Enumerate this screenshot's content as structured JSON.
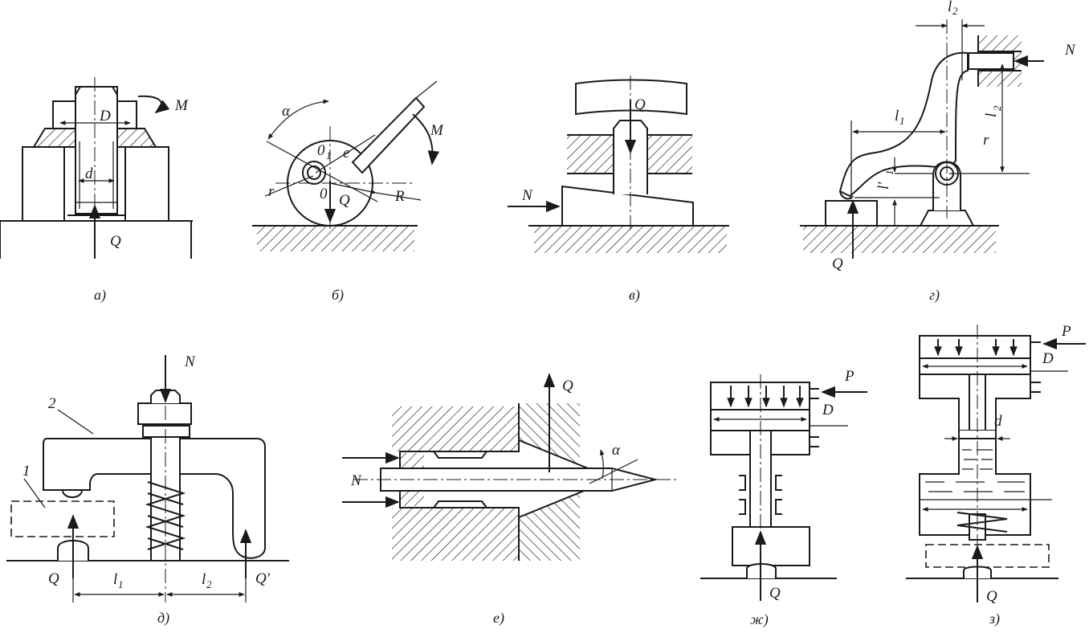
{
  "panels": [
    {
      "id": "a",
      "caption": "а)",
      "labels": {
        "moment": "M",
        "outer_diameter": "D",
        "inner_diameter": "d",
        "force": "Q"
      }
    },
    {
      "id": "b",
      "caption": "б)",
      "labels": {
        "angle": "α",
        "moment": "M",
        "center1": "0",
        "center1_sub": "1",
        "eccentricity": "e",
        "pin_radius": "r",
        "center": "0",
        "force": "Q",
        "radius": "R"
      }
    },
    {
      "id": "v",
      "caption": "в)",
      "labels": {
        "force": "Q",
        "wedge_force": "N"
      }
    },
    {
      "id": "g",
      "caption": "г)",
      "labels": {
        "arm_top": "l",
        "arm_top_sub": "2",
        "force_n": "N",
        "arm1": "l",
        "arm1_sub": "1",
        "arm_side": "l",
        "arm_side_sub": "2",
        "pin_radius": "r",
        "arm_small": "l′",
        "arm_small_sub": "1",
        "force": "Q"
      }
    },
    {
      "id": "d",
      "caption": "д)",
      "labels": {
        "force_n": "N",
        "part2": "2",
        "part1": "1",
        "force": "Q",
        "arm1": "l",
        "arm1_sub": "1",
        "arm2": "l",
        "arm2_sub": "2",
        "reaction": "Q′"
      }
    },
    {
      "id": "e",
      "caption": "е)",
      "labels": {
        "force": "Q",
        "angle": "α",
        "force_n": "N"
      }
    },
    {
      "id": "zh",
      "caption": "ж)",
      "labels": {
        "pressure": "P",
        "diameter": "D",
        "force": "Q"
      }
    },
    {
      "id": "z",
      "caption": "з)",
      "labels": {
        "pressure": "P",
        "diameter": "D",
        "small_diameter": "d",
        "force": "Q"
      }
    }
  ]
}
